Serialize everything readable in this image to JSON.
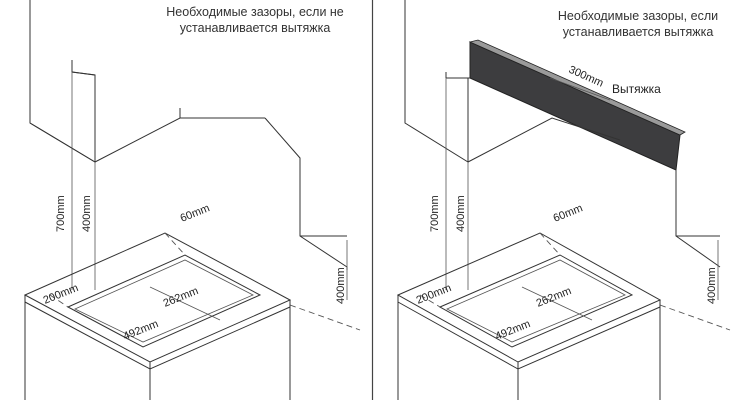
{
  "left_panel": {
    "note_line1": "Необходимые зазоры, если не",
    "note_line2": "устанавливается вытяжка",
    "dim_700": "700mm",
    "dim_400_vertical": "400mm",
    "dim_60": "60mm",
    "dim_200": "200mm",
    "dim_262": "262mm",
    "dim_492": "492mm",
    "dim_400_side": "400mm"
  },
  "right_panel": {
    "note_line1": "Необходимые зазоры, если",
    "note_line2": "устанавливается вытяжка",
    "dim_300": "300mm",
    "hood_label": "Вытяжка",
    "dim_700": "700mm",
    "dim_400_vertical": "400mm",
    "dim_60": "60mm",
    "dim_200": "200mm",
    "dim_262": "262mm",
    "dim_492": "492mm",
    "dim_400_side": "400mm"
  },
  "colors": {
    "line": "#333333",
    "hood_fill": "#3d3d3f",
    "divider": "#444444"
  }
}
